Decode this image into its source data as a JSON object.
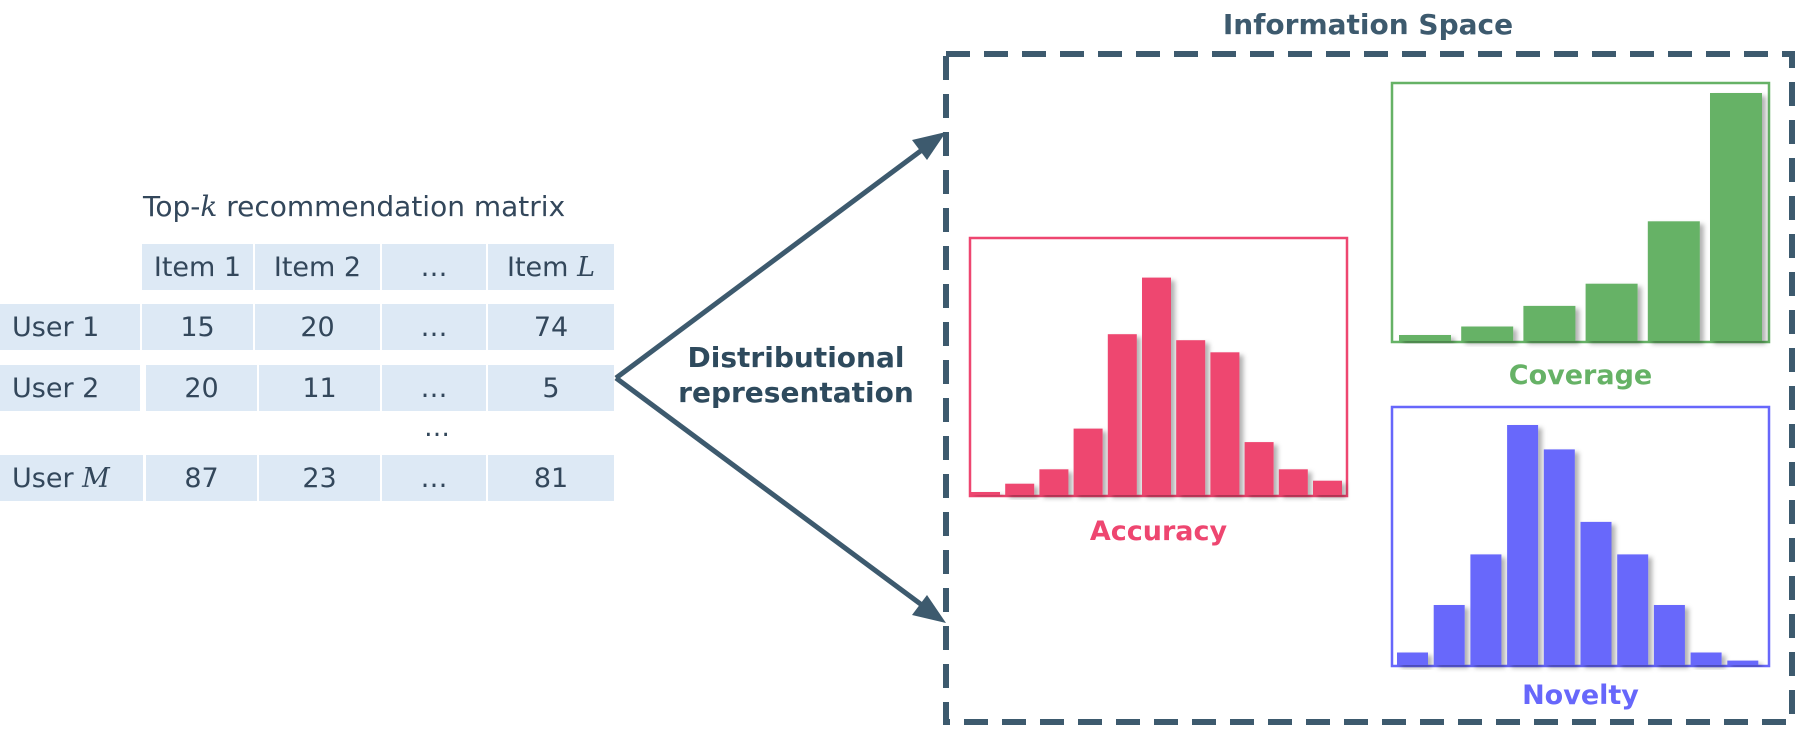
{
  "matrix": {
    "title_prefix": "Top-",
    "title_var": "k",
    "title_suffix": " recommendation matrix",
    "columns": [
      {
        "text": "Item 1",
        "var": ""
      },
      {
        "text": "Item 2",
        "var": ""
      },
      {
        "text": "…",
        "var": ""
      },
      {
        "text": "Item ",
        "var": "L"
      }
    ],
    "rows": [
      {
        "label": "User 1",
        "var": "",
        "values": [
          "15",
          "20",
          "…",
          "74"
        ]
      },
      {
        "label": "User 2",
        "var": "",
        "values": [
          "20",
          "11",
          "…",
          "5"
        ]
      },
      {
        "label": "User ",
        "var": "M",
        "values": [
          "87",
          "23",
          "…",
          "81"
        ]
      }
    ],
    "ellipsis": "…"
  },
  "arrow_label": {
    "line1": "Distributional",
    "line2": "representation"
  },
  "information_space": {
    "title": "Information Space"
  },
  "colors": {
    "dark": "#3d5a6e",
    "accuracy": "#ee4670",
    "coverage": "#66b266",
    "novelty": "#6767fb",
    "cell_bg": "#dde9f5"
  },
  "chart_data": [
    {
      "type": "bar",
      "title": "Accuracy",
      "values": [
        0.4,
        1.5,
        3.4,
        8.8,
        21.3,
        28.8,
        20.5,
        18.9,
        7.0,
        3.4,
        1.9
      ]
    },
    {
      "type": "bar",
      "title": "Coverage",
      "values": [
        0.7,
        1.7,
        4.1,
        6.7,
        14.0,
        29.0
      ]
    },
    {
      "type": "bar",
      "title": "Novelty",
      "values": [
        2.0,
        9.6,
        17.7,
        38.4,
        34.5,
        22.9,
        17.7,
        9.6,
        2.0,
        0.7
      ]
    }
  ]
}
